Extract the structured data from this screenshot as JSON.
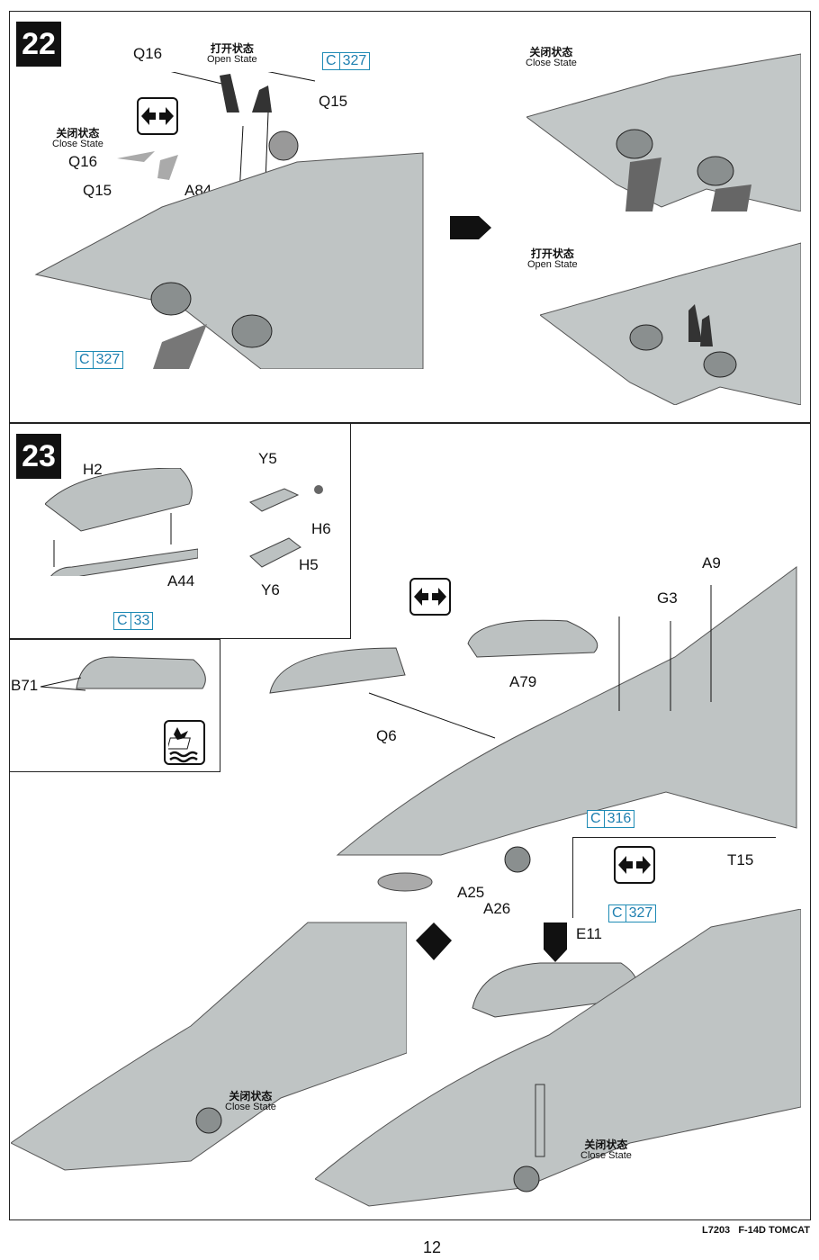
{
  "page": {
    "number": "12",
    "footer": "L7203   F-14D TOMCAT"
  },
  "step22": {
    "number": "22",
    "open_state": {
      "cn": "打开状态",
      "en": "Open State"
    },
    "close_state": {
      "cn": "关闭状态",
      "en": "Close State"
    },
    "parts": {
      "q16": "Q16",
      "q15": "Q15",
      "a84": "A84",
      "q16b": "Q16",
      "q15b": "Q15"
    },
    "color_ref": {
      "letter": "C",
      "code": "327"
    },
    "result_close": {
      "cn": "关闭状态",
      "en": "Close State"
    },
    "result_open": {
      "cn": "打开状态",
      "en": "Open State"
    }
  },
  "step23": {
    "number": "23",
    "parts": {
      "h2": "H2",
      "a44": "A44",
      "y5": "Y5",
      "h6": "H6",
      "h5": "H5",
      "y6": "Y6",
      "b71": "B71",
      "a9": "A9",
      "g3": "G3",
      "a79": "A79",
      "q6": "Q6",
      "a25": "A25",
      "a26": "A26",
      "c316": "316",
      "t15": "T15",
      "e11": "E11"
    },
    "color_ref_33": {
      "letter": "C",
      "code": "33"
    },
    "color_ref_316": {
      "letter": "C",
      "code": "316"
    },
    "color_ref_327": {
      "letter": "C",
      "code": "327"
    },
    "result_left": {
      "cn": "关闭状态",
      "en": "Close State"
    },
    "result_right": {
      "cn": "关闭状态",
      "en": "Close State"
    }
  },
  "icons": {
    "swap": "double-arrow-icon",
    "decal": "water-decal-icon"
  }
}
